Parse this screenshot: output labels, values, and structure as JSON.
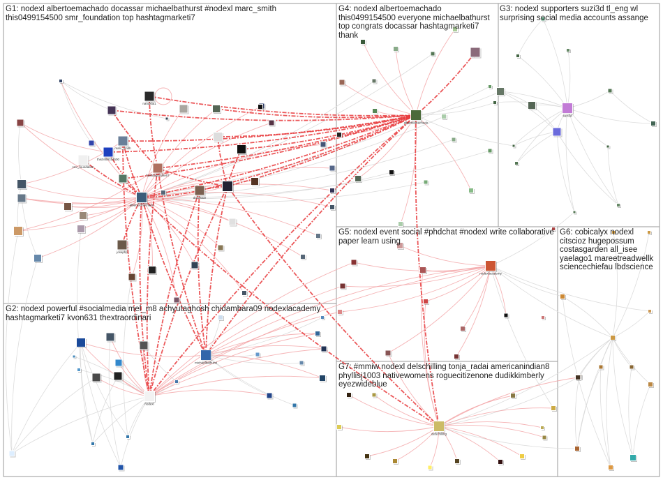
{
  "colors": {
    "edge_strong": "#e8393c",
    "edge_light": "#f2a0a2",
    "edge_faint": "#d8d8d8",
    "box_border": "#9a9a9a"
  },
  "groups": [
    {
      "id": "G1",
      "label": "G1: nodexl albertoemachado docassar michaelbathurst #nodexl marc_smith this0499154500 smr_foundation top hashtagmarketi7"
    },
    {
      "id": "G4",
      "label": "G4: nodexl albertoemachado this0499154500 everyone michaelbathurst top congrats docassar hashtagmarketi7 thank"
    },
    {
      "id": "G3",
      "label": "G3: nodexl supporters suzi3d tl_eng wl surprising social media accounts assange"
    },
    {
      "id": "G5",
      "label": "G5: nodexl event social #phdchat #nodexl write collaborative paper learn using"
    },
    {
      "id": "G6",
      "label": "G6: cobicalyx nodexl citscioz hugepossum costasgarden all_isee yaelago1 mareetreadwellk sciencechiefau lbdscience"
    },
    {
      "id": "G2",
      "label": "G2: nodexl powerful #socialmedia mel_m8 achyutaghosh chidambara09 nodexlacademy hashtagmarketi7 kvon631 thextraordinari"
    },
    {
      "id": "G7",
      "label": "G7: #mmiw nodexl delschilling tonja_radai americanindian8 phyllisj1003 nativewomens roguecitizenone dudikkimberly eyezwideblue"
    }
  ],
  "node_labels": {
    "albertoemachado": "albertoemachado",
    "marc_smith": "marc_smith",
    "this0499154500": "this0499154500",
    "smr_foundation": "smr_foundation",
    "hashtagmarketi7": "hashtagmarketi7",
    "docassar": "docassar",
    "joseph": "josephp",
    "nanuklia": "nanuklia1",
    "albertoemachado_g4": "albertoemachado",
    "suzi3d": "suzi3d",
    "nodexlacademy": "nodexlacademy",
    "michaelbathurst": "michaelbathurst",
    "nodexl": "nodexl",
    "americanindian": "delschilling"
  }
}
